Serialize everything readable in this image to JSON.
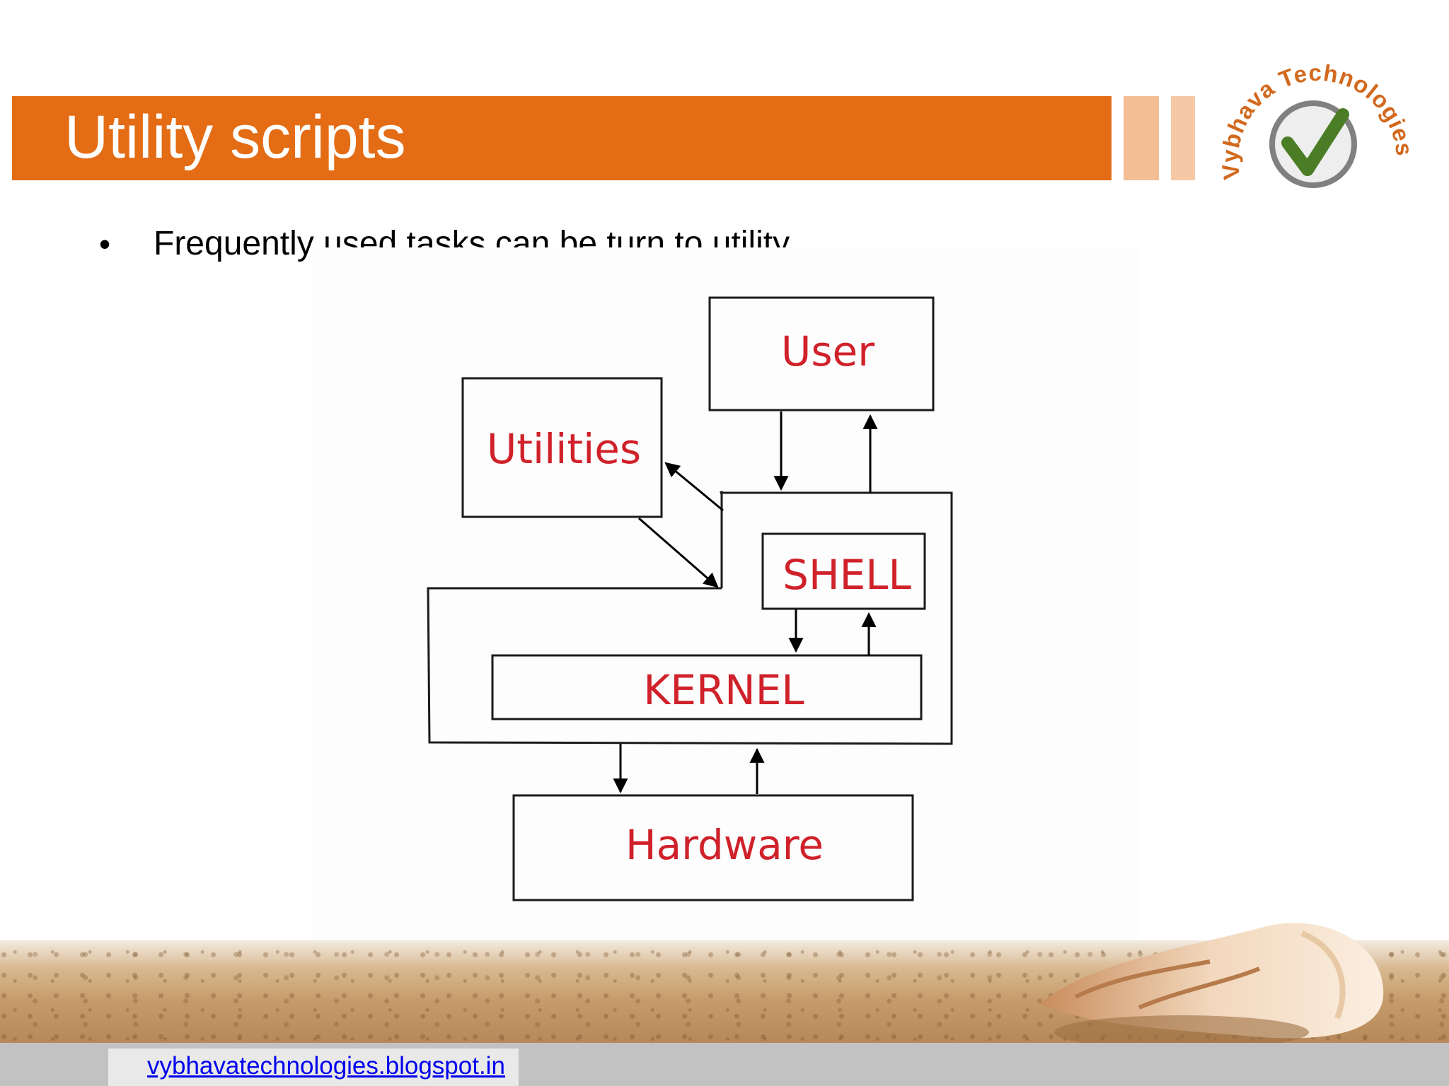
{
  "slide": {
    "title": "Utility scripts",
    "bullet_symbol": "•",
    "bullet_text": "Frequently used tasks can be turn to utility"
  },
  "logo": {
    "text": "Vybhava Technologies",
    "icon": "checkmark-icon",
    "colors": {
      "text": "#d2691e",
      "check": "#4a7d25",
      "ring": "#777777"
    }
  },
  "diagram": {
    "label_color": "#d0212a",
    "labels": {
      "user": "User",
      "utilities": "Utilities",
      "shell": "SHELL",
      "kernel": "KERNEL",
      "hardware": "Hardware"
    }
  },
  "footer": {
    "link_text": "vybhavatechnologies.blogspot.in"
  },
  "colors": {
    "title_bar": "#e36c14",
    "deco_bar": "#f3be96",
    "footer_bar": "#c2c2c2"
  }
}
